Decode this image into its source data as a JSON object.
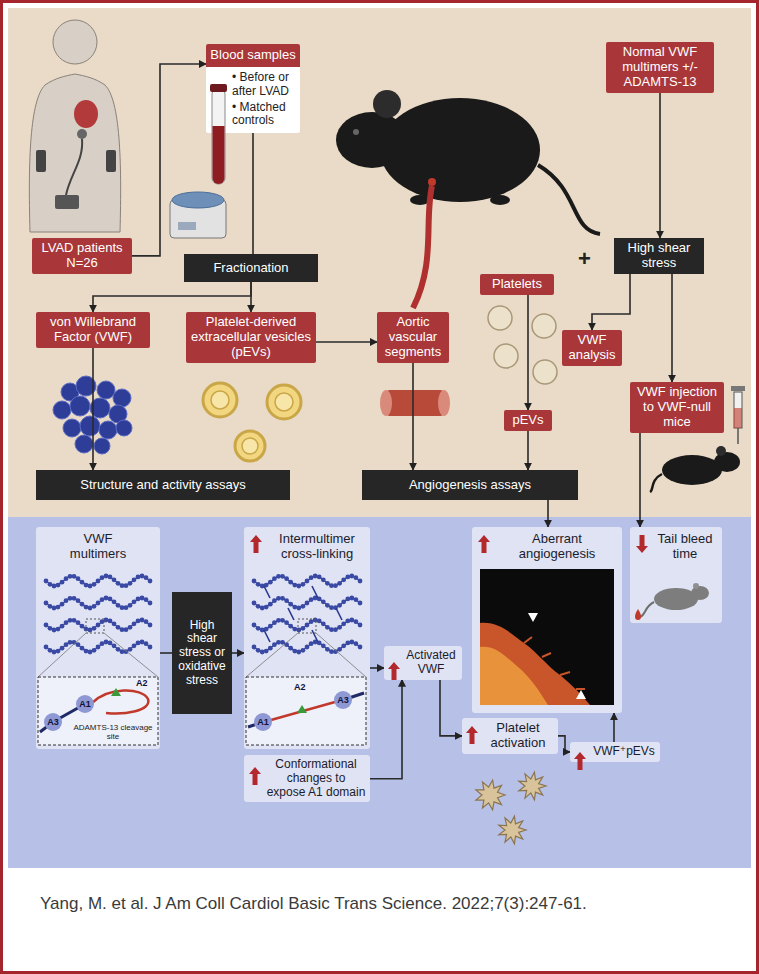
{
  "diagram": {
    "caption": "Yang, M. et al. J Am Coll Cardiol Basic Trans Science. 2022;7(3):247-61.",
    "nodes": [
      {
        "text": [
          "LVAD patients N=26"
        ]
      },
      {
        "text": [
          "Blood samples",
          "• Before or after LVAD",
          "• Matched controls"
        ]
      },
      {
        "text": [
          "Normal VWF multimers +/- ADAMTS-13"
        ]
      },
      {
        "text": [
          "High shear stress"
        ]
      },
      {
        "text": [
          "Fractionation"
        ]
      },
      {
        "text": [
          "Platelets"
        ]
      },
      {
        "text": [
          "von Willebrand Factor (VWF)"
        ]
      },
      {
        "text": [
          "Platelet-derived extracellular vesicles (pEVs)"
        ]
      },
      {
        "text": [
          "Aortic vascular segments"
        ]
      },
      {
        "text": [
          "VWF analysis"
        ]
      },
      {
        "text": [
          "pEVs"
        ]
      },
      {
        "text": [
          "VWF injection to VWF-null mice"
        ]
      },
      {
        "text": [
          "Structure and activity assays"
        ]
      },
      {
        "text": [
          "Angiogenesis assays"
        ]
      },
      {
        "text": [
          "VWF multimers"
        ]
      },
      {
        "text": [
          "A1"
        ],
        "in": 14
      },
      {
        "text": [
          "A3"
        ],
        "in": 14
      },
      {
        "text": [
          "High shear stress or oxidative stress"
        ]
      },
      {
        "text": [
          "Intermultimer cross-linking"
        ]
      },
      {
        "text": [
          "A1"
        ],
        "in": 18
      },
      {
        "text": [
          "A3"
        ],
        "in": 18
      },
      {
        "text": [
          "Conformational changes to expose A1 domain"
        ]
      },
      {
        "text": [
          "Activated VWF"
        ]
      },
      {
        "text": [
          "Aberrant angiogenesis"
        ]
      },
      {
        "text": [
          "Tail bleed time"
        ]
      },
      {
        "text": [
          "Platelet activation"
        ]
      },
      {
        "text": [
          "VWF⁺pEVs"
        ]
      }
    ],
    "edges": [
      {
        "from": 0,
        "to": 1,
        "arrow": "to"
      },
      {
        "from": 1,
        "to": 4,
        "arrow": "none"
      },
      {
        "from": 4,
        "to": 6,
        "arrow": "to"
      },
      {
        "from": 4,
        "to": 7,
        "arrow": "to"
      },
      {
        "from": 2,
        "to": 3,
        "arrow": "to"
      },
      {
        "from": 5,
        "to": 10,
        "arrow": "to"
      },
      {
        "from": 3,
        "to": 9,
        "arrow": "to"
      },
      {
        "from": 3,
        "to": 11,
        "arrow": "to"
      },
      {
        "from": 7,
        "to": 8,
        "arrow": "to"
      },
      {
        "from": 6,
        "to": 12,
        "arrow": "to"
      },
      {
        "from": 8,
        "to": 13,
        "arrow": "to"
      },
      {
        "from": 10,
        "to": 13,
        "arrow": "to"
      },
      {
        "from": 13,
        "to": 23,
        "arrow": "to"
      },
      {
        "from": 11,
        "to": 24,
        "arrow": "to"
      },
      {
        "from": 14,
        "to": 17,
        "arrow": "none"
      },
      {
        "from": 17,
        "to": 18,
        "arrow": "to"
      },
      {
        "from": 18,
        "to": 22,
        "arrow": "to"
      },
      {
        "from": 21,
        "to": 22,
        "arrow": "to"
      },
      {
        "from": 22,
        "to": 25,
        "arrow": "to"
      },
      {
        "from": 25,
        "to": 26,
        "arrow": "to"
      },
      {
        "from": 26,
        "to": 23,
        "arrow": "to"
      }
    ],
    "labels": [
      "+",
      "A2",
      "ADAMTS-13 cleavage site",
      "A2"
    ]
  }
}
